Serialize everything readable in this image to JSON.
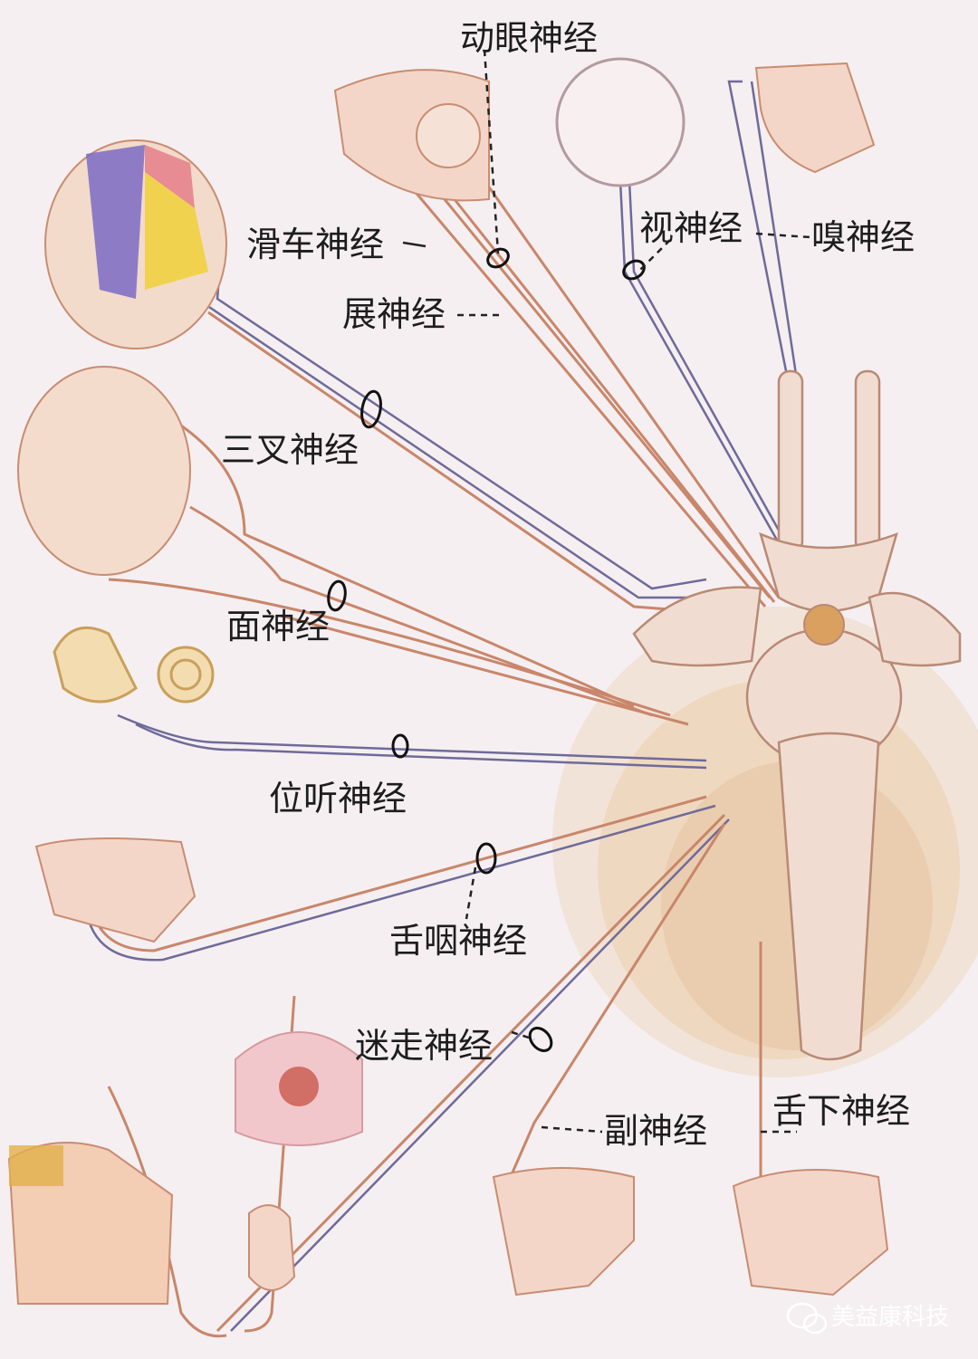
{
  "labels": {
    "oculomotor": "动眼神经",
    "trochlear": "滑车神经",
    "abducens": "展神经",
    "optic": "视神经",
    "olfactory": "嗅神经",
    "trigeminal": "三叉神经",
    "facial": "面神经",
    "vestibulocochlear": "位听神经",
    "glossopharyngeal": "舌咽神经",
    "vagus": "迷走神经",
    "accessory": "副神经",
    "hypoglossal": "舌下神经"
  },
  "watermark": {
    "text": "美益康科技",
    "icon": "wechat-icon"
  },
  "colors": {
    "background": "#f5eff1",
    "nerve_pink": "#c9866a",
    "nerve_blue": "#6f6a9a",
    "brainstem": "#f1dcd2",
    "label_text": "#1d1d1d"
  }
}
